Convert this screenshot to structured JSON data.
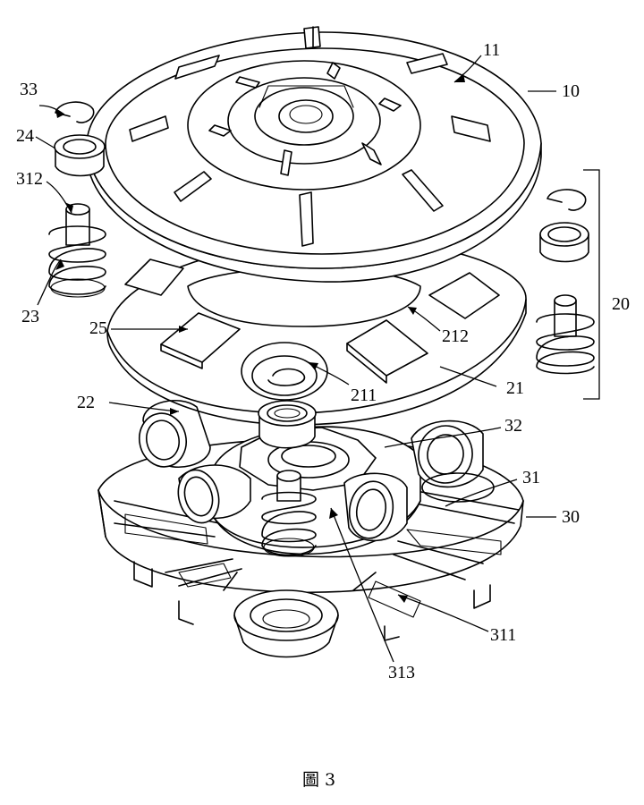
{
  "labels": {
    "l33": "33",
    "l24": "24",
    "l312": "312",
    "l23": "23",
    "l11": "11",
    "l10": "10",
    "l20": "20",
    "l25": "25",
    "l212": "212",
    "l211": "211",
    "l21": "21",
    "l22": "22",
    "l32": "32",
    "l31": "31",
    "l30": "30",
    "l311": "311",
    "l313": "313"
  },
  "caption": "圖 3"
}
